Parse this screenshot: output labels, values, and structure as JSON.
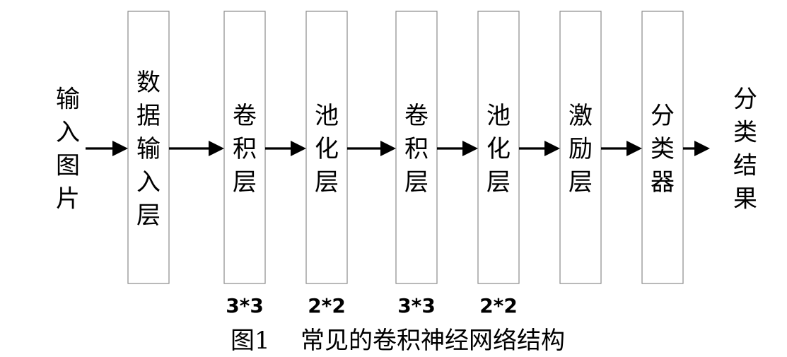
{
  "input_label": "输入图片",
  "output_label": "分类结果",
  "layers": [
    {
      "id": "data-input-layer",
      "label": "数据输入层",
      "kernel": ""
    },
    {
      "id": "conv-layer-1",
      "label": "卷积层",
      "kernel": "3*3"
    },
    {
      "id": "pool-layer-1",
      "label": "池化层",
      "kernel": "2*2"
    },
    {
      "id": "conv-layer-2",
      "label": "卷积层",
      "kernel": "3*3"
    },
    {
      "id": "pool-layer-2",
      "label": "池化层",
      "kernel": "2*2"
    },
    {
      "id": "activation-layer",
      "label": "激励层",
      "kernel": ""
    },
    {
      "id": "classifier",
      "label": "分类器",
      "kernel": ""
    }
  ],
  "caption": {
    "number": "图1",
    "text": "常见的卷积神经网络结构"
  }
}
